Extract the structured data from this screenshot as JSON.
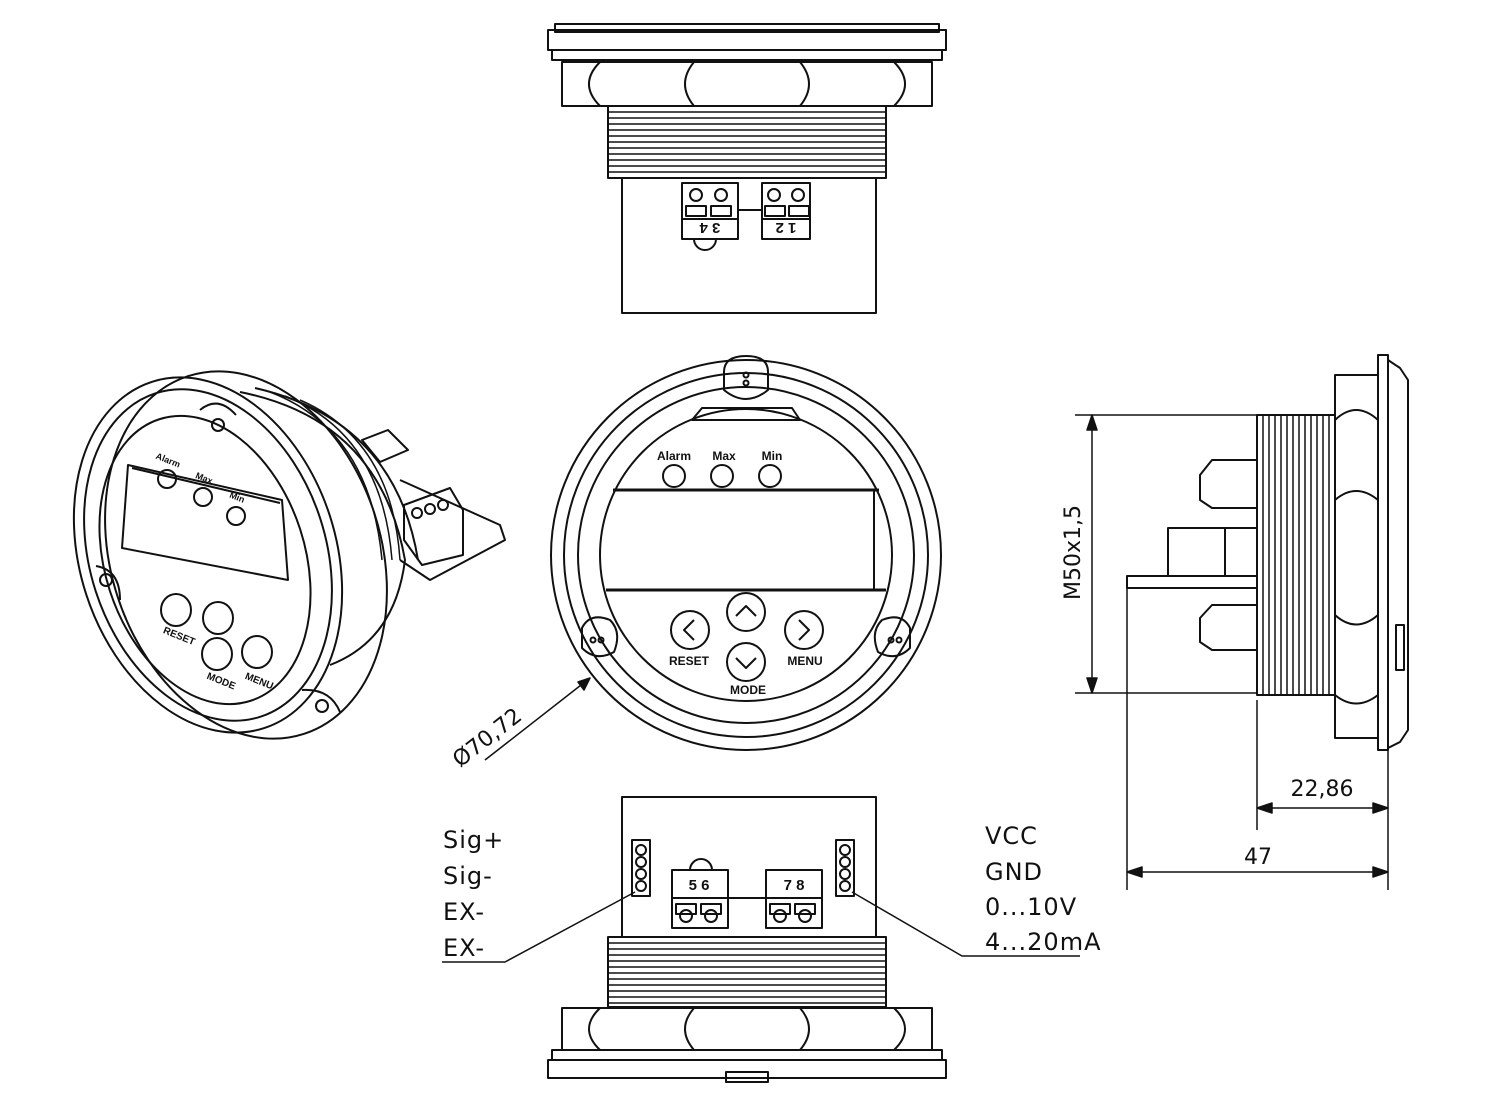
{
  "front_panel": {
    "led_alarm": "Alarm",
    "led_max": "Max",
    "led_min": "Min",
    "btn_reset": "RESET",
    "btn_mode": "MODE",
    "btn_menu": "MENU"
  },
  "iso_panel": {
    "led_alarm": "Alarm",
    "led_max": "Max",
    "led_min": "Min",
    "btn_reset": "RESET",
    "btn_mode": "MODE",
    "btn_menu": "MENU"
  },
  "top_view": {
    "terminals": [
      "3 4",
      "1 2"
    ]
  },
  "bottom_view": {
    "terminals": [
      "5 6",
      "7 8"
    ]
  },
  "pin_labels_left": [
    "Sig+",
    "Sig-",
    "EX-",
    "EX-"
  ],
  "pin_labels_right": [
    "VCC",
    "GND",
    "0...10V",
    "4...20mA"
  ],
  "dimensions": {
    "diameter": "Ø70,72",
    "thread": "M50x1,5",
    "panel_depth": "22,86",
    "total_depth": "47"
  }
}
